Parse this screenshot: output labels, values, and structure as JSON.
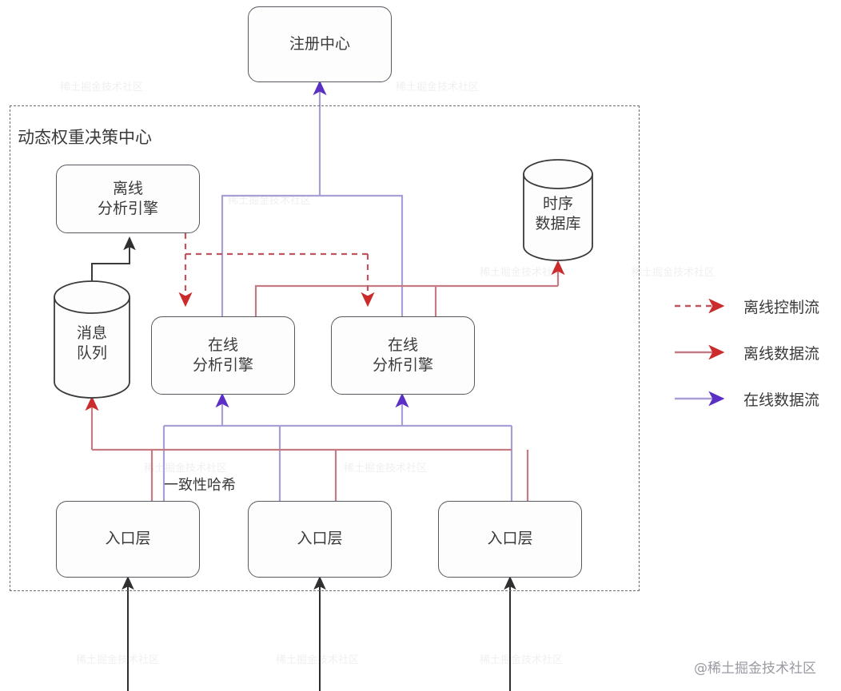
{
  "diagram": {
    "title": "动态权重决策中心",
    "watermark": "@稀土掘金技术社区",
    "tile_watermark": "稀土掘金技术社区",
    "colors": {
      "offline_control": "#c0555f",
      "offline_control_head": "#cc2b2b",
      "offline_data": "#c47b83",
      "offline_data_head": "#cc2b2b",
      "online_data": "#a99ed6",
      "online_data_head": "#5b2ec4",
      "node_stroke": "#555a60",
      "container_stroke": "#6d6d6d",
      "plain_arrow": "#3a3a3a",
      "text": "#3a3a3a"
    }
  },
  "nodes": {
    "registry": {
      "label": "注册中心"
    },
    "offline_engine": {
      "label": "离线\n分析引擎"
    },
    "message_queue": {
      "label": "消息\n队列"
    },
    "tsdb": {
      "label": "时序\n数据库"
    },
    "online_engine_1": {
      "label": "在线\n分析引擎"
    },
    "online_engine_2": {
      "label": "在线\n分析引擎"
    },
    "entry_layer_1": {
      "label": "入口层"
    },
    "entry_layer_2": {
      "label": "入口层"
    },
    "entry_layer_3": {
      "label": "入口层"
    }
  },
  "edge_labels": {
    "consistent_hash": "一致性哈希"
  },
  "legend": {
    "items": [
      {
        "label": "离线控制流",
        "style": "dashed",
        "color": "#c0555f"
      },
      {
        "label": "离线数据流",
        "style": "solid",
        "color": "#c47b83"
      },
      {
        "label": "在线数据流",
        "style": "solid",
        "color": "#a99ed6"
      }
    ]
  }
}
